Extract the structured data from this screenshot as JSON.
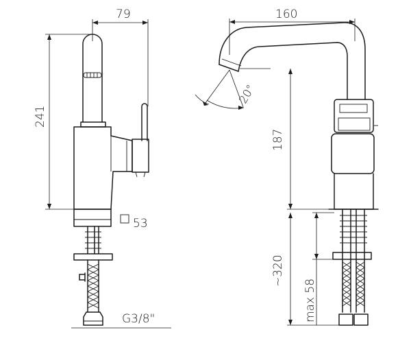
{
  "dimensions": {
    "width_top": "79",
    "height_total": "241",
    "square_size": "53",
    "thread": "G3/8\"",
    "reach": "160",
    "spout_height": "187",
    "swivel_angle": "20°",
    "hose_length": "~320",
    "max_thickness": "max 58"
  }
}
